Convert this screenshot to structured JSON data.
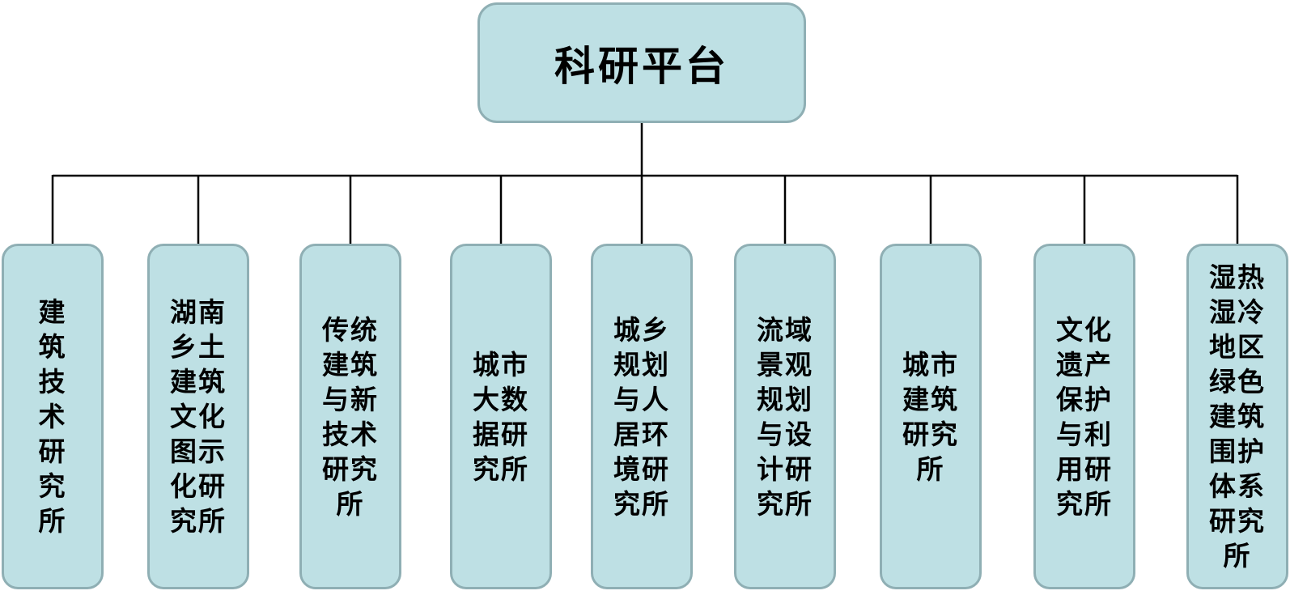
{
  "org": {
    "root": {
      "label": "科研平台"
    },
    "children": [
      {
        "name": "建筑技术研究所",
        "lines": [
          "建",
          "筑",
          "技",
          "术",
          "研",
          "究",
          "所"
        ]
      },
      {
        "name": "湖南乡土建筑文化图示化研究所",
        "lines": [
          "湖南",
          "乡土",
          "建筑",
          "文化",
          "图示",
          "化研",
          "究所"
        ]
      },
      {
        "name": "传统建筑与新技术研究所",
        "lines": [
          "传统",
          "建筑",
          "与新",
          "技术",
          "研究",
          "所"
        ]
      },
      {
        "name": "城市大数据研究所",
        "lines": [
          "城市",
          "大数",
          "据研",
          "究所"
        ]
      },
      {
        "name": "城乡规划与人居环境研究所",
        "lines": [
          "城乡",
          "规划",
          "与人",
          "居环",
          "境研",
          "究所"
        ]
      },
      {
        "name": "流域景观规划与设计研究所",
        "lines": [
          "流域",
          "景观",
          "规划",
          "与设",
          "计研",
          "究所"
        ]
      },
      {
        "name": "城市建筑研究所",
        "lines": [
          "城市",
          "建筑",
          "研究",
          "所"
        ]
      },
      {
        "name": "文化遗产保护与利用研究所",
        "lines": [
          "文化",
          "遗产",
          "保护",
          "与利",
          "用研",
          "究所"
        ]
      },
      {
        "name": "湿热湿冷地区绿色建筑围护体系研究所",
        "lines": [
          "湿热",
          "湿冷",
          "地区",
          "绿色",
          "建筑",
          "围护",
          "体系",
          "研究",
          "所"
        ]
      }
    ],
    "colors": {
      "node_fill": "#bee0e4",
      "node_border": "#8fafb4",
      "connector": "#000000",
      "text": "#000000"
    }
  }
}
